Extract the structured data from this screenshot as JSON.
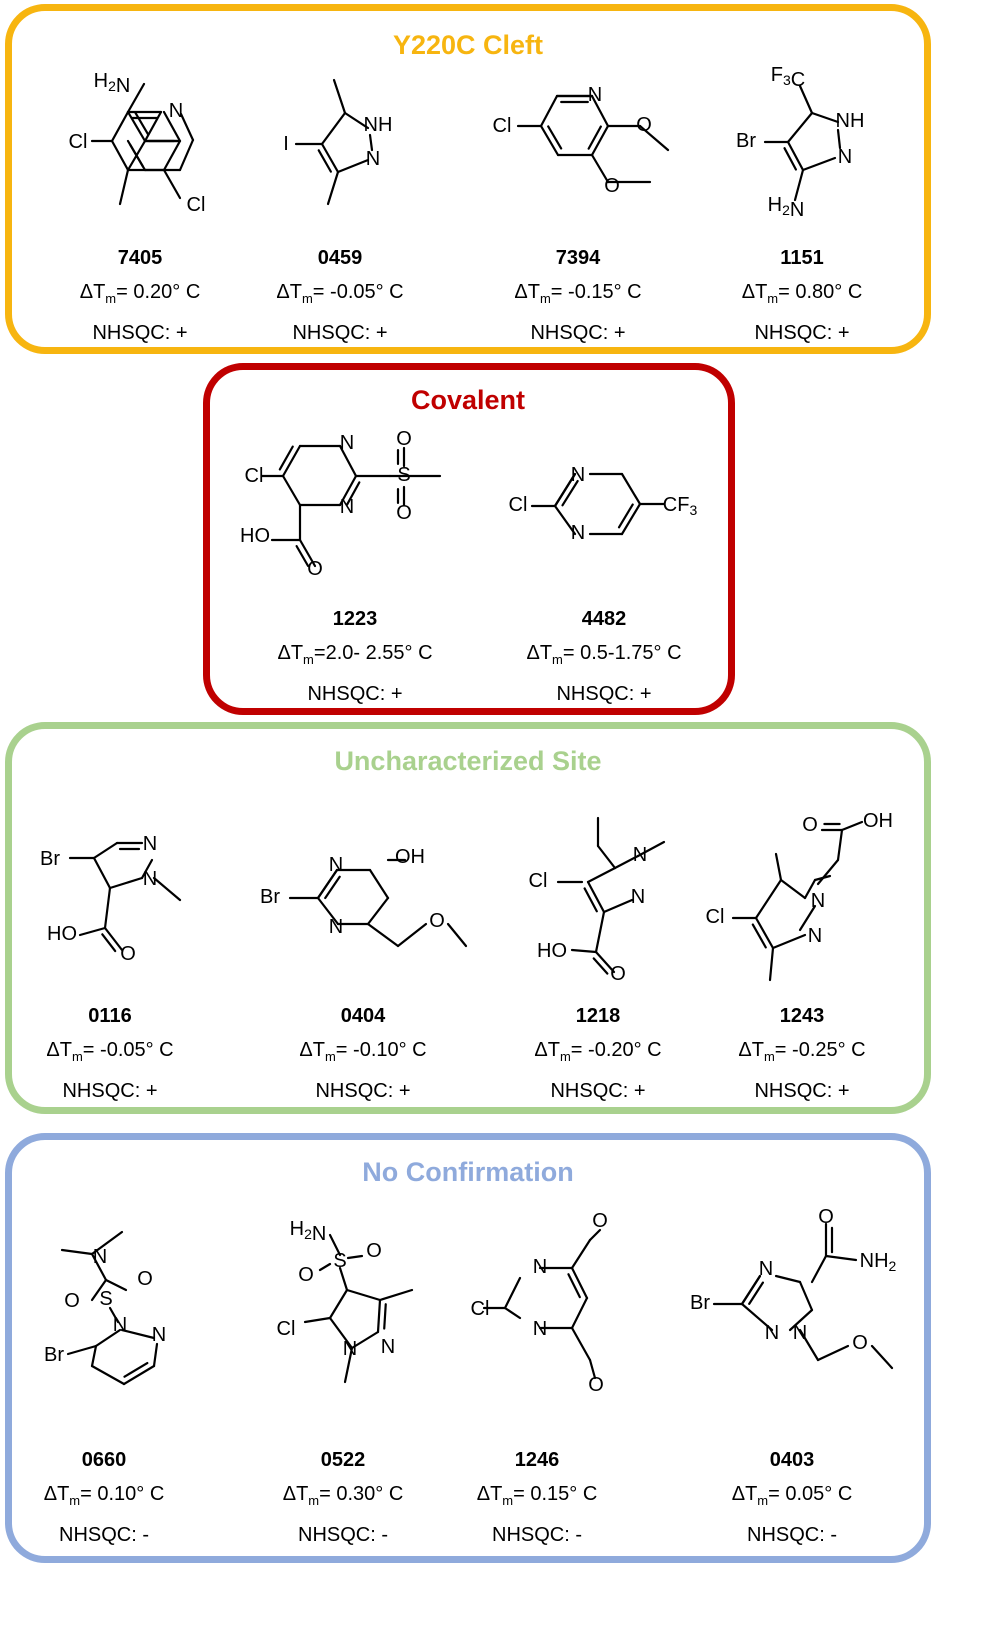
{
  "panels": [
    {
      "title": "Y220C Cleft",
      "color": "#f7b510",
      "compounds": [
        {
          "id": "7405",
          "tm": "= 0.20° C",
          "nhsqc": "NHSQC: +"
        },
        {
          "id": "0459",
          "tm": "= -0.05° C",
          "nhsqc": "NHSQC: +"
        },
        {
          "id": "7394",
          "tm": "= -0.15° C",
          "nhsqc": "NHSQC: +"
        },
        {
          "id": "1151",
          "tm": "= 0.80° C",
          "nhsqc": "NHSQC: +"
        }
      ]
    },
    {
      "title": "Covalent",
      "color": "#c00000",
      "compounds": [
        {
          "id": "1223",
          "tm": "=2.0- 2.55° C",
          "nhsqc": "NHSQC: +"
        },
        {
          "id": "4482",
          "tm": "= 0.5-1.75° C",
          "nhsqc": "NHSQC: +"
        }
      ]
    },
    {
      "title": "Uncharacterized Site",
      "color": "#a9d18e",
      "compounds": [
        {
          "id": "0116",
          "tm": "= -0.05° C",
          "nhsqc": "NHSQC: +"
        },
        {
          "id": "0404",
          "tm": "= -0.10° C",
          "nhsqc": "NHSQC: +"
        },
        {
          "id": "1218",
          "tm": "= -0.20° C",
          "nhsqc": "NHSQC: +"
        },
        {
          "id": "1243",
          "tm": "= -0.25° C",
          "nhsqc": "NHSQC: +"
        }
      ]
    },
    {
      "title": "No Confirmation",
      "color": "#8faadc",
      "compounds": [
        {
          "id": "0660",
          "tm": "= 0.10° C",
          "nhsqc": "NHSQC: -"
        },
        {
          "id": "0522",
          "tm": "= 0.30° C",
          "nhsqc": "NHSQC: -"
        },
        {
          "id": "1246",
          "tm": "= 0.15° C",
          "nhsqc": "NHSQC: -"
        },
        {
          "id": "0403",
          "tm": "= 0.05° C",
          "nhsqc": "NHSQC: -"
        }
      ]
    }
  ],
  "tm_prefix": "ΔT",
  "tm_sub": "m",
  "atoms": {
    "N": "N",
    "NH": "NH",
    "Cl": "Cl",
    "Br": "Br",
    "I": "I",
    "O": "O",
    "S": "S",
    "OH": "OH",
    "HO": "HO",
    "H": "H",
    "F": "F",
    "C": "C",
    "CF": "CF",
    "sub2": "2",
    "sub3": "3"
  }
}
